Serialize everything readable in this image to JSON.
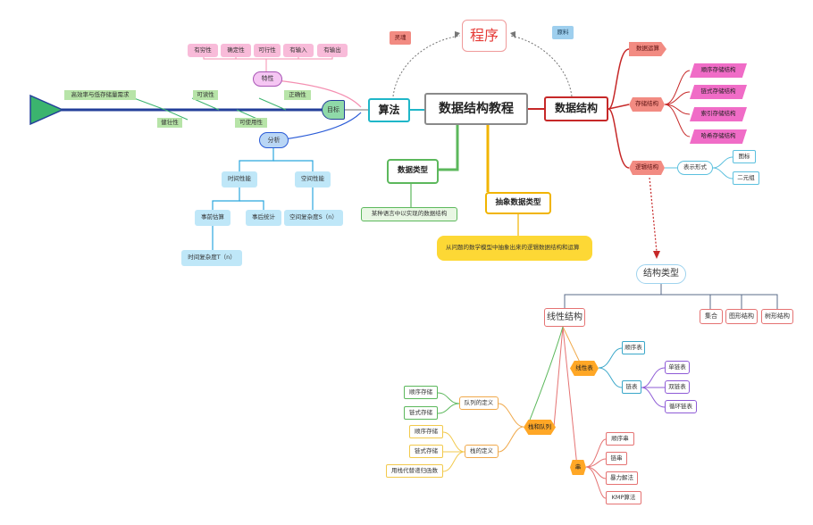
{
  "root": "数据结构教程",
  "program": "程序",
  "labels": {
    "inspiration": "灵魂",
    "material": "原料"
  },
  "algorithm": {
    "title": "算法",
    "goal": "目标",
    "feature": "特性",
    "analysis": "分析",
    "features": [
      "有穷性",
      "确定性",
      "可行性",
      "有输入",
      "有输出"
    ],
    "goal_items": [
      "高效率与低存储量需求",
      "可读性",
      "健壮性",
      "可使用性",
      "正确性"
    ],
    "time_perf": "时间性能",
    "space_perf": "空间性能",
    "pre_est": "事前估算",
    "post_stat": "事后统计",
    "time_complexity": "时间复杂度T（n）",
    "space_complexity": "空间复杂度S（n）"
  },
  "data_type": {
    "title": "数据类型",
    "desc": "某种语言中以实现的数据结构"
  },
  "abstract_type": {
    "title": "抽象数据类型",
    "desc": "从问题的数学模型中抽象出来的逻辑数据结构和运算"
  },
  "data_structure": {
    "title": "数据结构",
    "ops": "数据运算",
    "storage": "存储结构",
    "logic": "逻辑结构",
    "storage_types": [
      "顺序存储结构",
      "链式存储结构",
      "索引存储结构",
      "哈希存储结构"
    ],
    "representation": "表示形式",
    "rep_items": [
      "图标",
      "二元组"
    ]
  },
  "structure_types": {
    "title": "结构类型",
    "linear": "线性结构",
    "others": [
      "集合",
      "图形结构",
      "树形结构"
    ],
    "linear_list": "线性表",
    "seq_list": "顺序表",
    "linked_list": "链表",
    "linked_types": [
      "单链表",
      "双链表",
      "循环链表"
    ],
    "stack_queue": "栈和队列",
    "queue_def": "队列的定义",
    "stack_def": "栈的定义",
    "queue_items": [
      "顺序存储",
      "链式存储"
    ],
    "stack_items": [
      "顺序存储",
      "链式存储",
      "用栈代替递归函数"
    ],
    "string": "串",
    "string_items": [
      "顺序串",
      "链串",
      "暴力解法",
      "KMP算法"
    ]
  },
  "colors": {
    "red": "#c62828",
    "cyan": "#1fb6c8",
    "green": "#5cb85c",
    "yellow": "#f1b400",
    "fish": "#3bb46e"
  }
}
